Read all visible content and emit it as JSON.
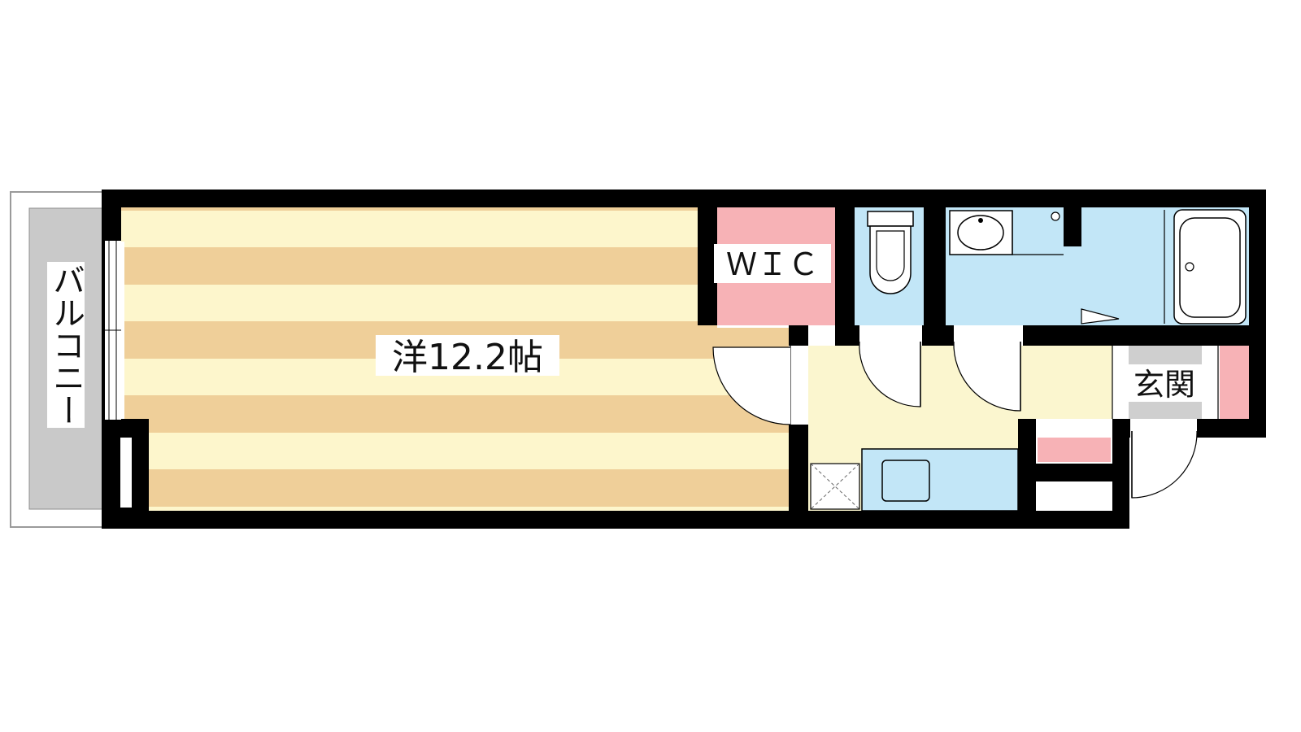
{
  "floorplan": {
    "rooms": {
      "western_room": {
        "label": "洋12.2帖"
      },
      "walk_in_closet": {
        "label": "ＷＩＣ"
      },
      "entrance": {
        "label": "玄関"
      },
      "balcony": {
        "label": "バルコニー"
      }
    },
    "colors": {
      "wall": "#000000",
      "floor_stripe_light": "#fdf6cc",
      "floor_stripe_dark": "#efcf99",
      "closet": "#f7b2b6",
      "wet_area": "#c2e6f7",
      "hall": "#fbf6cf",
      "entrance_floor": "#cfcfcf",
      "balcony": "#c9c9c9"
    }
  }
}
